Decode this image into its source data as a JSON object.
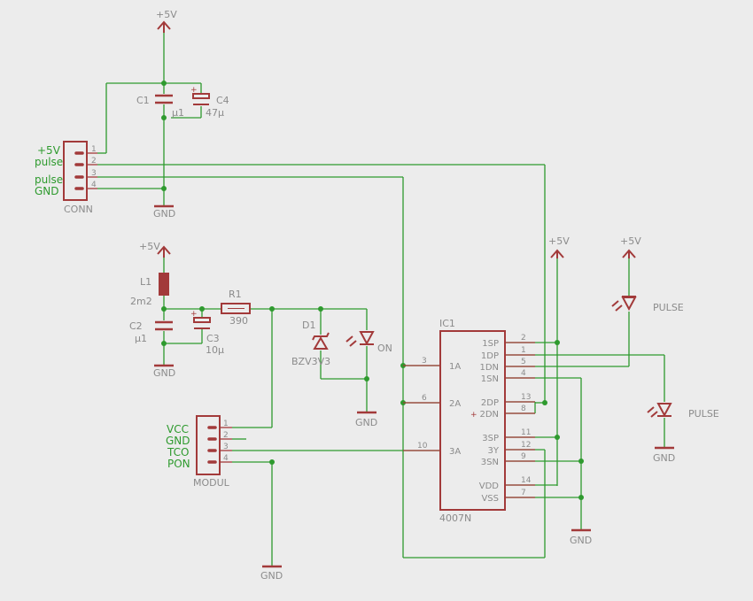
{
  "supply": {
    "vcc_label": "+5V",
    "gnd_label": "GND"
  },
  "conn": {
    "name": "CONN",
    "pins": [
      "1",
      "2",
      "3",
      "4"
    ],
    "net_labels": [
      "+5V",
      "pulse",
      "pulse",
      "GND"
    ]
  },
  "modul": {
    "name": "MODUL",
    "pins": [
      "1",
      "2",
      "3",
      "4"
    ],
    "net_labels": [
      "VCC",
      "GND",
      "TCO",
      "PON"
    ]
  },
  "parts": {
    "c1": {
      "name": "C1",
      "value": "µ1"
    },
    "c4": {
      "name": "C4",
      "value": "47µ"
    },
    "l1": {
      "name": "L1",
      "value": "2m2"
    },
    "c2": {
      "name": "C2",
      "value": "µ1"
    },
    "c3": {
      "name": "C3",
      "value": "10µ"
    },
    "r1": {
      "name": "R1",
      "value": "390"
    },
    "d1": {
      "name": "D1",
      "value": "BZV3V3"
    },
    "led_on": {
      "name": "ON"
    },
    "led_pulse1": {
      "name": "PULSE"
    },
    "led_pulse2": {
      "name": "PULSE"
    }
  },
  "ic1": {
    "name": "IC1",
    "value": "4007N",
    "left_pins": [
      {
        "num": "3",
        "name": "1A"
      },
      {
        "num": "6",
        "name": "2A"
      },
      {
        "num": "10",
        "name": "3A"
      }
    ],
    "right_pins": [
      {
        "num": "2",
        "name": "1SP"
      },
      {
        "num": "1",
        "name": "1DP"
      },
      {
        "num": "5",
        "name": "1DN"
      },
      {
        "num": "4",
        "name": "1SN"
      },
      {
        "num": "13",
        "name": "2DP"
      },
      {
        "num": "8",
        "name": "2DN"
      },
      {
        "num": "11",
        "name": "3SP"
      },
      {
        "num": "12",
        "name": "3Y"
      },
      {
        "num": "9",
        "name": "3SN"
      },
      {
        "num": "14",
        "name": "VDD"
      },
      {
        "num": "7",
        "name": "VSS"
      }
    ]
  }
}
